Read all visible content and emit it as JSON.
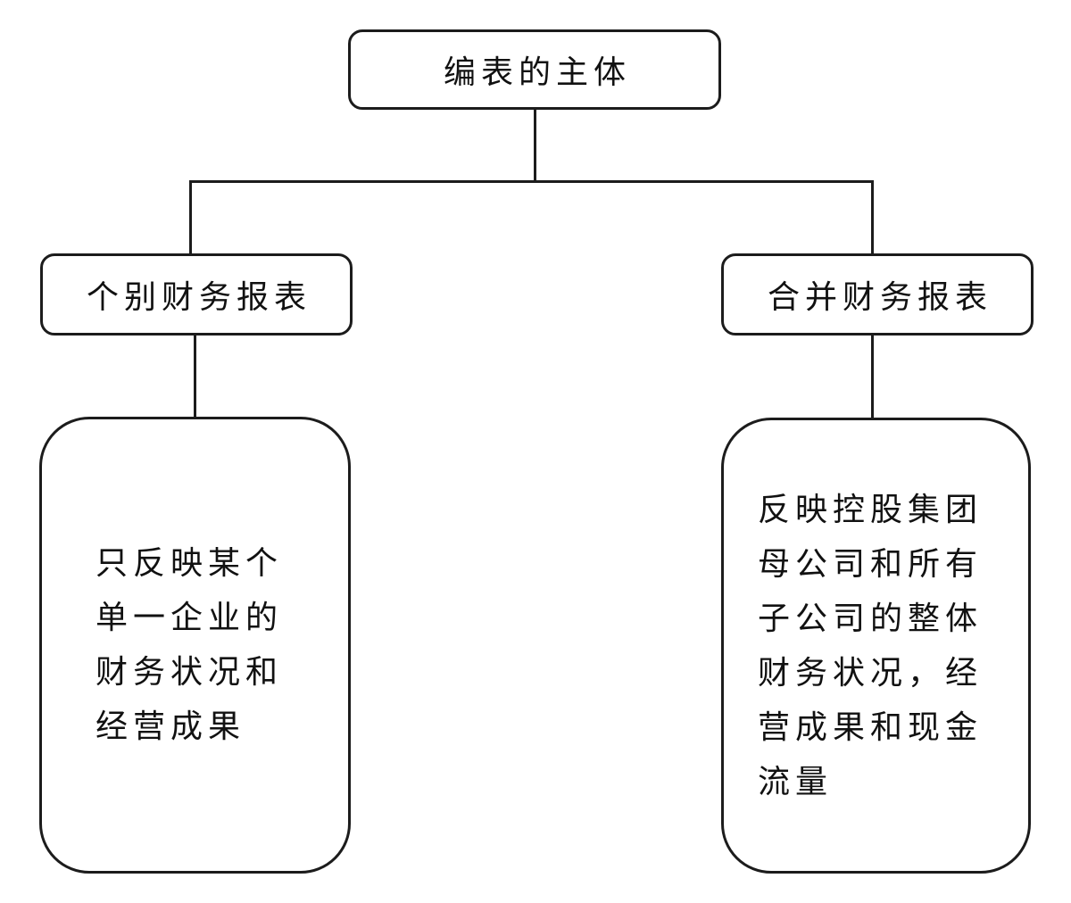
{
  "diagram": {
    "type": "flowchart",
    "root": {
      "label": "编表的主体"
    },
    "branches": [
      {
        "label": "个别财务报表",
        "description": "只反映某个\n单一企业的\n财务状况和\n经营成果"
      },
      {
        "label": "合并财务报表",
        "description": "反映控股集团\n母公司和所有\n子公司的整体\n财务状况，经\n营成果和现金\n流量"
      }
    ],
    "colors": {
      "line": "#1c1c1c",
      "text": "#111111",
      "background": "#ffffff"
    }
  }
}
